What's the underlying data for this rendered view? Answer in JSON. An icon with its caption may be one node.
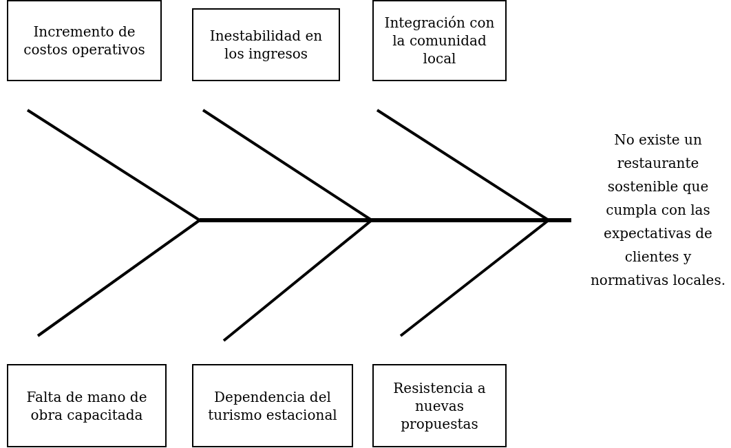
{
  "diagram": {
    "nodes": [
      {
        "text": [
          "Incremento de costos operativos"
        ]
      },
      {
        "text": [
          "Inestabilidad en los ingresos"
        ]
      },
      {
        "text": [
          "Integración con la comunidad local"
        ]
      },
      {
        "text": [
          "Falta de mano de obra capacitada"
        ]
      },
      {
        "text": [
          "Dependencia del turismo estacional"
        ]
      },
      {
        "text": [
          "Resistencia a nuevas propuestas"
        ]
      },
      {
        "text": [
          "No existe un restaurante sostenible que cumpla con las expectativas de clientes y normativas locales."
        ]
      }
    ]
  }
}
